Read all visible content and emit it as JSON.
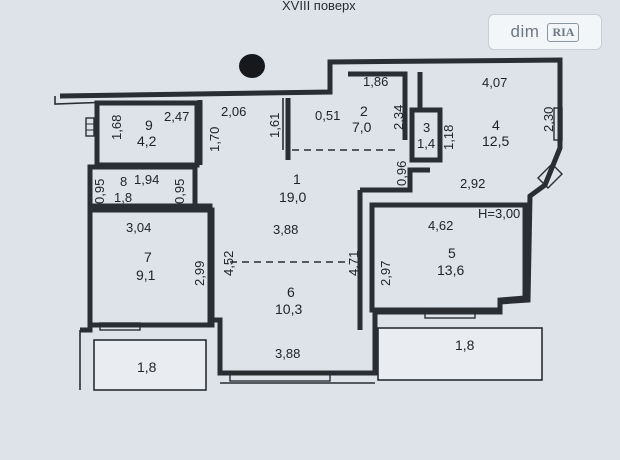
{
  "floor_label": "XVIII поверх",
  "watermark": {
    "brand": "dim",
    "badge": "RIA"
  },
  "height_note": "H=3,00",
  "rooms": [
    {
      "id": "1",
      "area": "19,0"
    },
    {
      "id": "2",
      "area": "7,0"
    },
    {
      "id": "3",
      "area": "1,4"
    },
    {
      "id": "4",
      "area": "12,5"
    },
    {
      "id": "5",
      "area": "13,6"
    },
    {
      "id": "6",
      "area": "10,3"
    },
    {
      "id": "7",
      "area": "9,1"
    },
    {
      "id": "8",
      "area": "1,8"
    },
    {
      "id": "9",
      "area": "4,2"
    }
  ],
  "balconies": [
    "1,8",
    "1,8"
  ],
  "dimensions": [
    "1,86",
    "4,07",
    "2,06",
    "0,51",
    "2,47",
    "1,68",
    "1,70",
    "1,61",
    "2,34",
    "1,18",
    "2,30",
    "0,96",
    "2,92",
    "0,95",
    "1,94",
    "0,95",
    "3,04",
    "3,88",
    "4,62",
    "2,99",
    "4,52",
    "4,71",
    "2,97",
    "3,88"
  ]
}
